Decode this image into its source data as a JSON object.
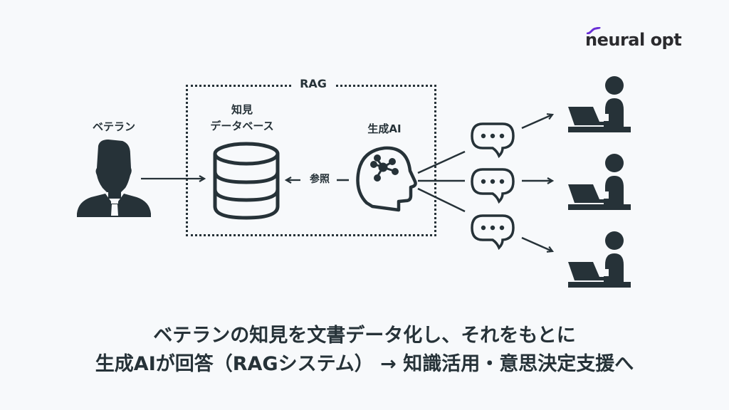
{
  "logo": {
    "text": "neural opt",
    "accent_color": "#6a2fd6"
  },
  "rag_box": {
    "label": "RAG"
  },
  "nodes": {
    "veteran": {
      "label": "ベテラン",
      "icon": "person-tie-icon"
    },
    "database": {
      "label_line1": "知見",
      "label_line2": "データベース",
      "icon": "database-icon"
    },
    "ai": {
      "label": "生成AI",
      "icon": "ai-head-icon"
    },
    "reference_arrow": {
      "label": "参照"
    },
    "responses": [
      {
        "icon": "speech-bubble-icon"
      },
      {
        "icon": "speech-bubble-icon"
      },
      {
        "icon": "speech-bubble-icon"
      }
    ],
    "users": [
      {
        "icon": "user-laptop-icon"
      },
      {
        "icon": "user-laptop-icon"
      },
      {
        "icon": "user-laptop-icon"
      }
    ]
  },
  "caption": {
    "line1": "ベテランの知見を文書データ化し、それをもとに",
    "line2": "生成AIが回答（RAGシステム） → 知識活用・意思決定支援へ"
  },
  "colors": {
    "ink": "#263238",
    "background": "#f7f9fb"
  }
}
